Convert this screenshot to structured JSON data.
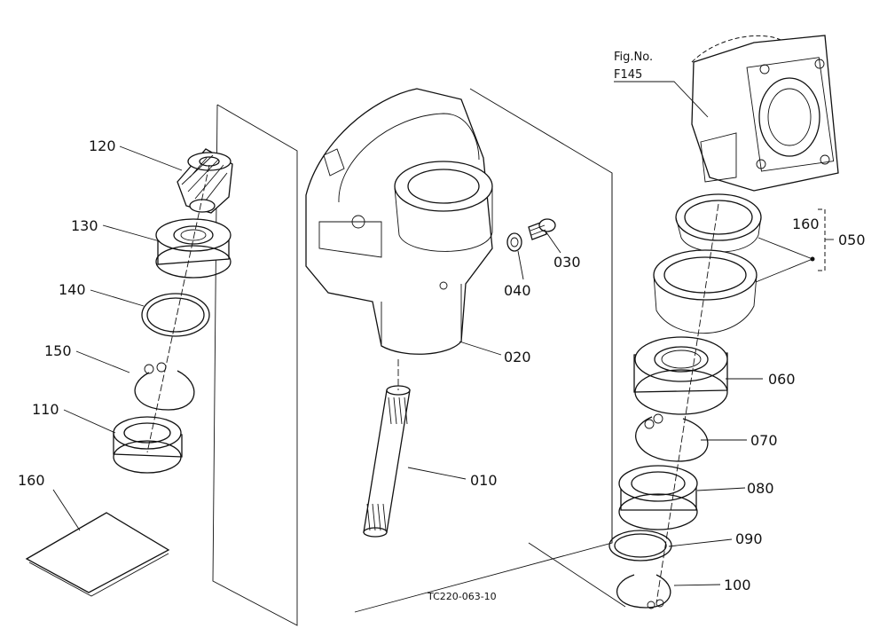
{
  "diagram": {
    "figure_reference": {
      "label": "Fig.No.",
      "number": "F145"
    },
    "drawing_number": "TC220-063-10",
    "callouts": {
      "p010": "010",
      "p020": "020",
      "p030": "030",
      "p040": "040",
      "p050": "050",
      "p060": "060",
      "p070": "070",
      "p080": "080",
      "p090": "090",
      "p100": "100",
      "p110": "110",
      "p120": "120",
      "p130": "130",
      "p140": "140",
      "p150": "150",
      "p160_kit": "160",
      "p160_sheet": "160"
    }
  }
}
